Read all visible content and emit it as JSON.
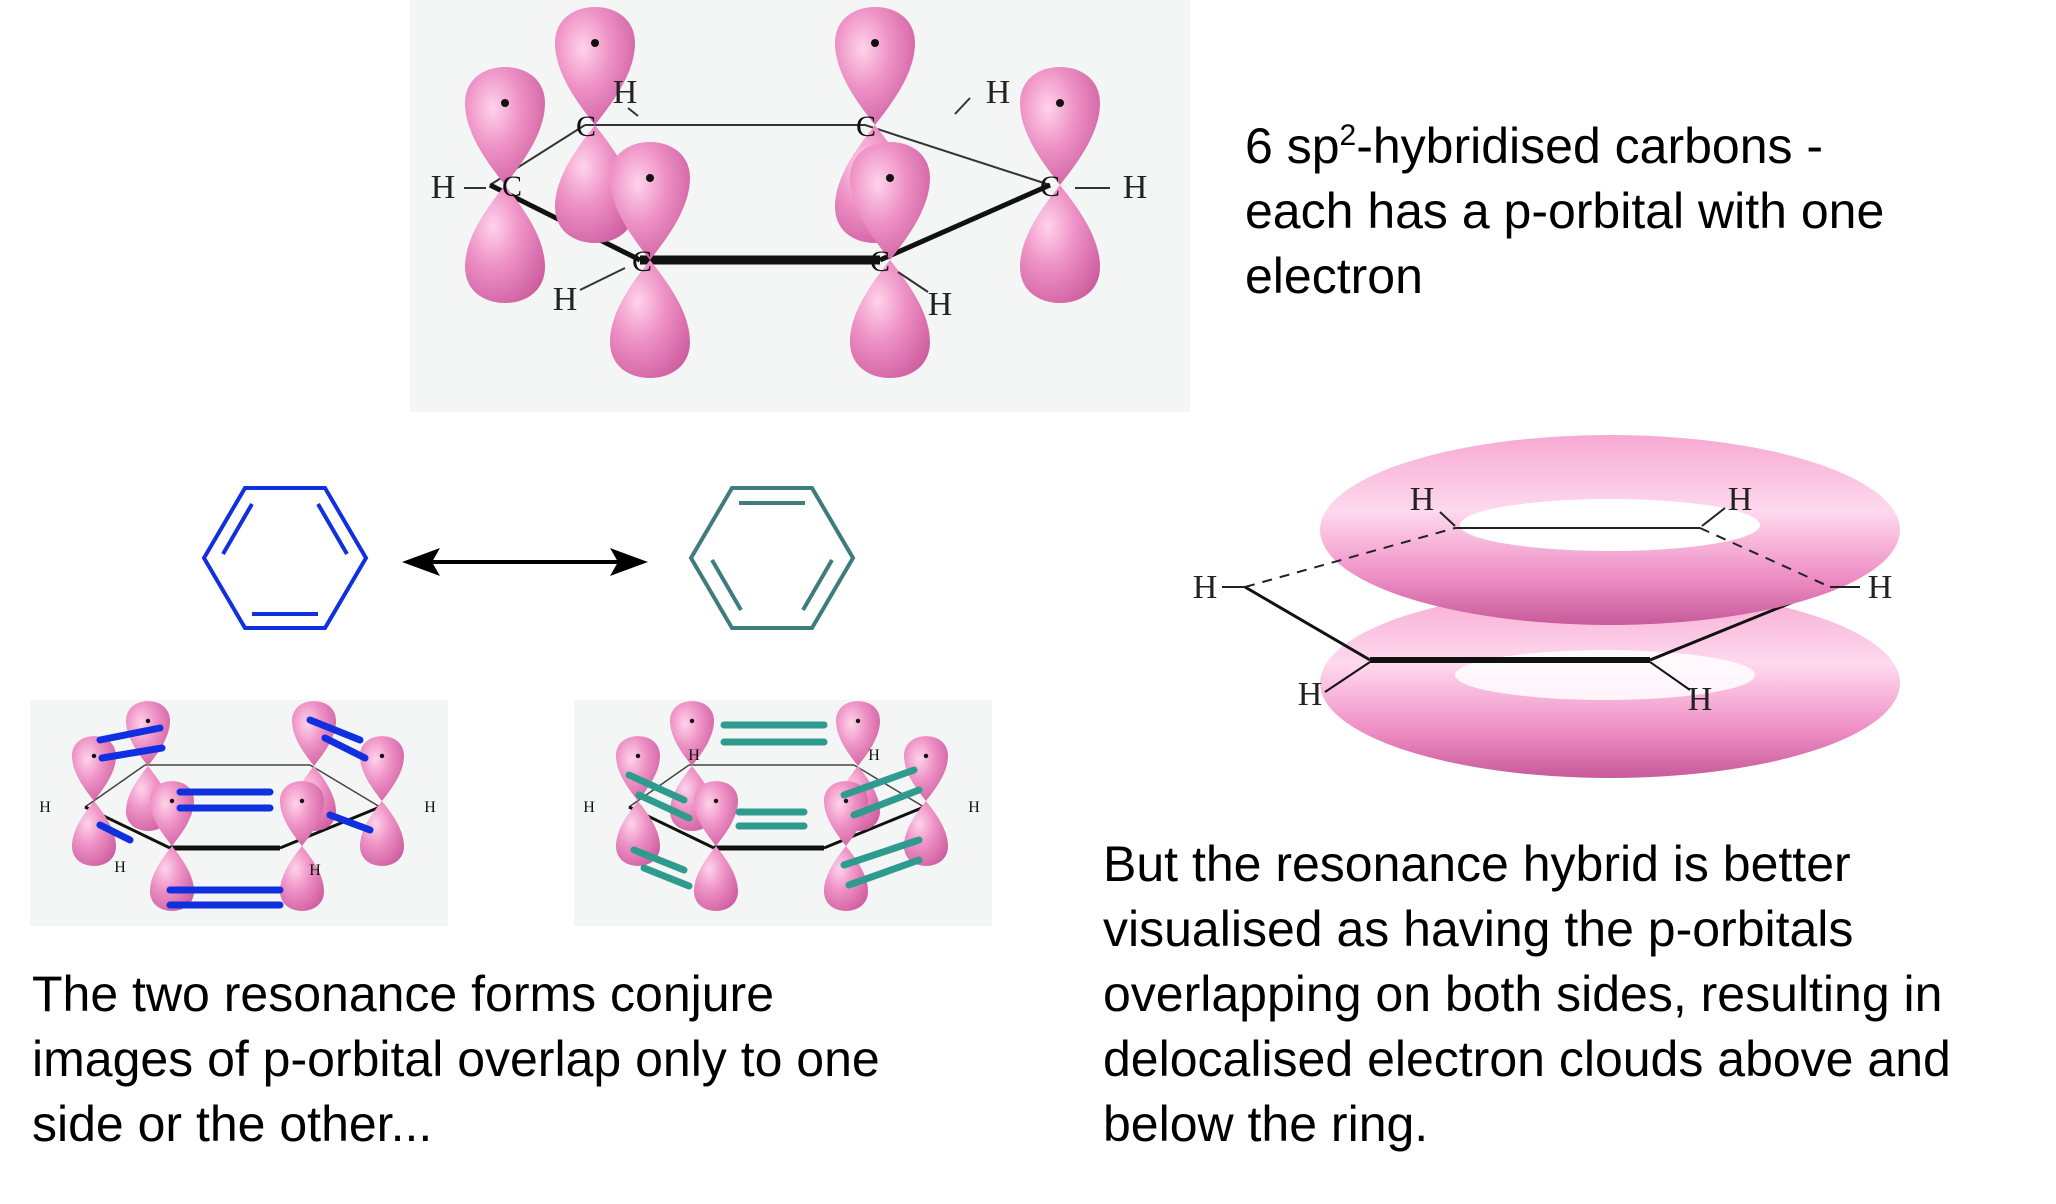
{
  "colors": {
    "orbital": "#ea8cc1",
    "orbital_dark": "#c9569a",
    "panel_bg": "#f3f6f4",
    "blue": "#1030e0",
    "teal": "#3f7c7c",
    "teal_marker": "#2f9a8e"
  },
  "atoms": {
    "carbon": "C",
    "hydrogen": "H"
  },
  "bond_dash": "−",
  "top_caption": {
    "line1_pre": "6 sp",
    "line1_sup": "2",
    "line1_post": "-hybridised carbons -",
    "line2": "each has a p-orbital with one",
    "line3": "electron"
  },
  "bottom_left_caption": {
    "line1": "The two resonance forms conjure",
    "line2": "images of p-orbital overlap only to one",
    "line3": "side or the other..."
  },
  "bottom_right_caption": {
    "line1": "But the resonance hybrid is better",
    "line2": "visualised as having the p-orbitals",
    "line3": "overlapping on both sides, resulting in",
    "line4": "delocalised electron clouds above and",
    "line5": "below the ring."
  }
}
